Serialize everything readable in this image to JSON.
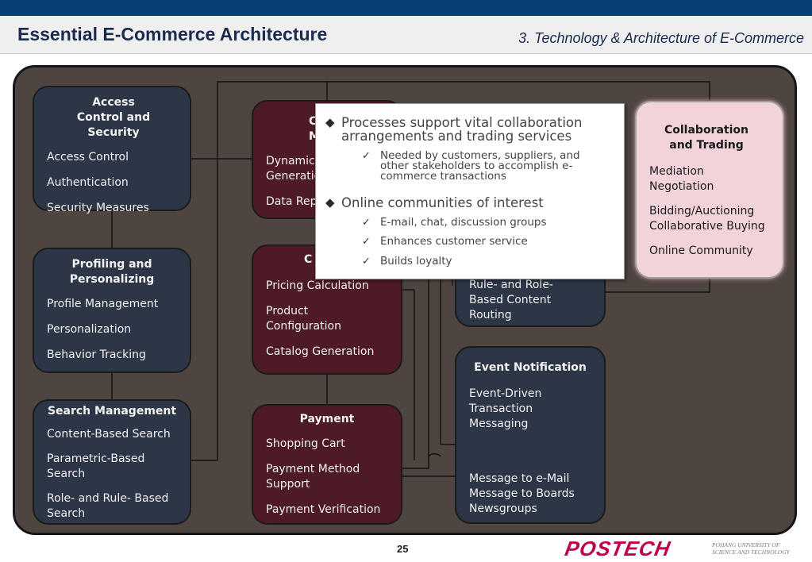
{
  "header": {
    "title": "Essential E-Commerce Architecture",
    "section": "3. Technology & Architecture of E-Commerce"
  },
  "colors": {
    "top_bar": "#073e74",
    "panel": "#4e4540",
    "blue_box": "#2d3647",
    "red_box": "#4d1a25",
    "highlight_box": "#f2d3da",
    "logo": "#c0004d"
  },
  "boxes": {
    "access": {
      "title": "Access Control and Security",
      "items": [
        "Access Control",
        "Authentication",
        "Security Measures"
      ]
    },
    "profiling": {
      "title": "Profiling and Personalizing",
      "items": [
        "Profile Management",
        "Personalization",
        "Behavior Tracking"
      ]
    },
    "search": {
      "title": "Search Management",
      "items": [
        "Content-Based Search",
        "Parametric-Based Search",
        "Role- and Rule- Based Search"
      ]
    },
    "content": {
      "title_visible": "Co Man",
      "items_visible": [
        "Dynamic Generatio",
        "Data Rep"
      ]
    },
    "catalog": {
      "title_visible": "C Man",
      "items": [
        "Pricing Calculation",
        "Product Configuration",
        "Catalog Generation"
      ]
    },
    "payment": {
      "title": "Payment",
      "items": [
        "Shopping Cart",
        "Payment Method Support",
        "Payment Verification"
      ]
    },
    "workflow": {
      "items_visible": [
        "Rule- and Role- Based Content Routing"
      ]
    },
    "event": {
      "title": "Event Notification",
      "items": [
        "Event-Driven Transaction Messaging",
        "Message to e-Mail Message to Boards Newsgroups"
      ]
    },
    "collab": {
      "title": "Collaboration and Trading",
      "items": [
        "Mediation Negotiation",
        "Bidding/Auctioning Collaborative Buying",
        "Online Community"
      ]
    }
  },
  "popup": {
    "bullets": [
      {
        "text": "Processes support vital collaboration arrangements and trading services",
        "subs": [
          "Needed by customers, suppliers, and other stakeholders to accomplish e-commerce transactions"
        ]
      },
      {
        "text": "Online communities of interest",
        "subs": [
          "E-mail, chat, discussion groups",
          "Enhances customer service",
          "Builds loyalty"
        ]
      }
    ]
  },
  "footer": {
    "page_number": "25",
    "logo_text": "POSTECH",
    "logo_sub_line1": "POHANG UNIVERSITY OF",
    "logo_sub_line2": "SCIENCE AND TECHNOLOGY"
  }
}
